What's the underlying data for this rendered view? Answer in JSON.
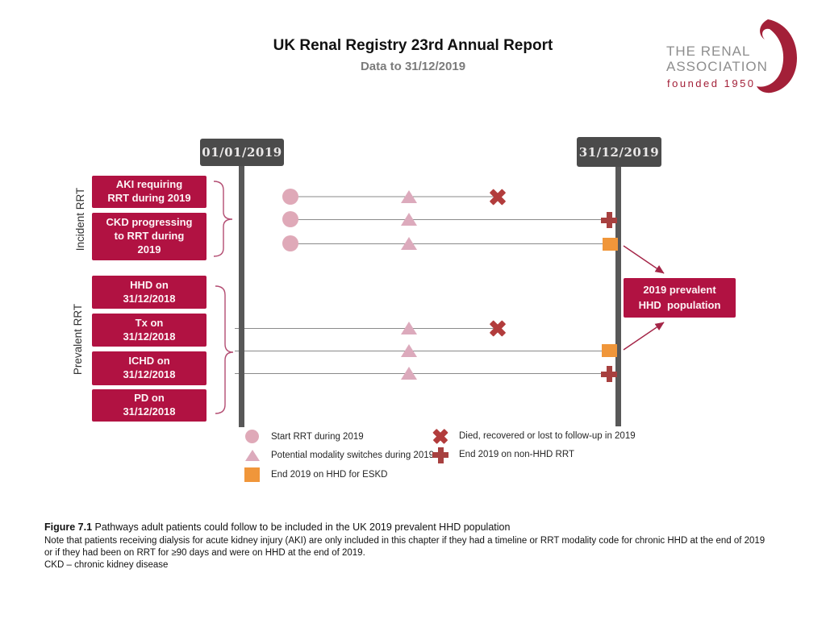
{
  "header": {
    "title": "UK Renal Registry 23rd Annual Report",
    "subtitle": "Data to 31/12/2019"
  },
  "logo": {
    "line1": "THE RENAL",
    "line2": "ASSOCIATION",
    "founded": "founded 1950"
  },
  "timeline": {
    "start_label": "01/01/2019",
    "end_label": "31/12/2019"
  },
  "groups": {
    "incident_label": "Incident RRT",
    "prevalent_label": "Prevalent RRT"
  },
  "boxes": {
    "aki": [
      "AKI requiring",
      "RRT during 2019"
    ],
    "ckd": [
      "CKD progressing",
      "to RRT during",
      "2019"
    ],
    "hhd": [
      "HHD on",
      "31/12/2018"
    ],
    "tx": [
      "Tx on",
      "31/12/2018"
    ],
    "ichd": [
      "ICHD on",
      "31/12/2018"
    ],
    "pd": [
      "PD on",
      "31/12/2018"
    ]
  },
  "result_box": [
    "2019 prevalent",
    "HHD  population"
  ],
  "legend": {
    "left": [
      "Start RRT during 2019",
      "Potential modality switches during 2019",
      "End 2019 on HHD for ESKD"
    ],
    "right": [
      "Died, recovered or lost to follow-up in 2019",
      "End 2019 on non-HHD RRT"
    ]
  },
  "caption": {
    "figure_label": "Figure 7.1",
    "figure_text": " Pathways adult patients could follow to be included in the UK 2019 prevalent HHD population",
    "note": "Note that patients receiving dialysis for acute kidney injury (AKI) are only included in this chapter if they had a timeline or RRT modality code for chronic HHD at the end of 2019 or if they had been on RRT for ≥90 days and were on HHD at the end of 2019.",
    "abbreviation": "CKD – chronic kidney disease"
  },
  "pathways": {
    "incident": [
      {
        "start": "circle",
        "mid": "triangle",
        "end": "died-x"
      },
      {
        "start": "circle",
        "mid": "triangle",
        "end": "non-hhd-plus"
      },
      {
        "start": "circle",
        "mid": "triangle",
        "end": "hhd-square"
      }
    ],
    "prevalent": [
      {
        "start": "line-before-2019",
        "mid": "triangle",
        "end": "died-x"
      },
      {
        "start": "line-before-2019",
        "mid": "triangle",
        "end": "hhd-square"
      },
      {
        "start": "line-before-2019",
        "mid": "triangle",
        "end": "non-hhd-plus"
      }
    ]
  },
  "colors": {
    "crimson": "#b11242",
    "dark_red_marker": "#ad3e3e",
    "orange": "#f0963a",
    "pink": "#dfa9b8",
    "bar_gray": "#585858",
    "label_box_gray": "#4b4b4b",
    "line_gray": "#8a8a8a",
    "arrow_crimson": "#a42547",
    "logo_gray": "#8e8e8e",
    "logo_crimson": "#a32038"
  }
}
